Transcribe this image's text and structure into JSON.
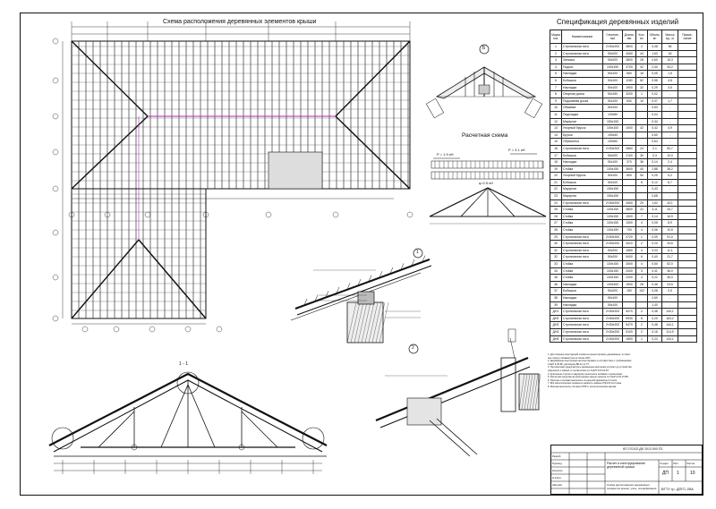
{
  "titles": {
    "plan": "Схема расположения деревянных элементов крыши",
    "spec": "Спецификация деревянных изделий",
    "calc": "Расчетная схема",
    "section": "1 - 1"
  },
  "callouts": {
    "a": "Б",
    "b": "1",
    "c": "2"
  },
  "loads": {
    "p1": "P = 1.9 кН",
    "p2": "P = 3.1 кН",
    "q": "q=2.5 кН"
  },
  "spec_headers": [
    "Марка поз.",
    "Наименование",
    "Сечение, мм",
    "Длина, мм",
    "Кол-во",
    "Объем, м³",
    "Масса ед., кг",
    "Приме-чание"
  ],
  "spec_rows": [
    [
      "1",
      "Стропильная нога",
      "2×50х200",
      "3800",
      "2",
      "0,08",
      "56"
    ],
    [
      "2",
      "Стропильная нога",
      "50х200",
      "4060",
      "44",
      "1,63",
      "18"
    ],
    [
      "3",
      "Затяжка",
      "50х200",
      "3800",
      "28",
      "0,60",
      "15,3"
    ],
    [
      "4",
      "Подкос",
      "100х150",
      "3700",
      "42",
      "2,40",
      "34,2"
    ],
    [
      "5",
      "Накладка",
      "50х100",
      "660",
      "16",
      "0,05",
      "1,5"
    ],
    [
      "6",
      "Бобышка",
      "50х100",
      "1180",
      "82",
      "0,58",
      "4,8"
    ],
    [
      "7",
      "Накладка",
      "50х100",
      "1900",
      "32",
      "0,29",
      "3,5"
    ],
    [
      "8",
      "Опорная доска",
      "50х150",
      "3200",
      "1",
      "0,02",
      "-"
    ],
    [
      "9",
      "Подшивная доска",
      "50х100",
      "830",
      "10",
      "0,07",
      "1,7"
    ],
    [
      "10",
      "Обшивка",
      "50х100",
      "",
      "",
      "0,53",
      "-"
    ],
    [
      "11",
      "Подкладка",
      "100х50",
      "",
      "",
      "0,04",
      "-"
    ],
    [
      "12",
      "Мауэрлат",
      "150х150",
      "",
      "",
      "0,34",
      "-"
    ],
    [
      "13",
      "Упорный брусок",
      "100х100",
      "1000",
      "42",
      "0,42",
      "4,9"
    ],
    [
      "14",
      "Брусок",
      "150х40",
      "",
      "",
      "0,60",
      "-"
    ],
    [
      "15",
      "Обрешетка",
      "150х50",
      "",
      "",
      "0,63",
      "-"
    ],
    [
      "16",
      "Стропильная нога",
      "2×50х200",
      "4860",
      "24",
      "2,1",
      "50,7"
    ],
    [
      "17",
      "Бобышка",
      "50х200",
      "2100",
      "30",
      "0,3",
      "10,0"
    ],
    [
      "18",
      "Накладка",
      "50х100",
      "370",
      "36",
      "0,14",
      "2,4"
    ],
    [
      "19",
      "Стойка",
      "100х150",
      "3600",
      "40",
      "2,88",
      "38,2"
    ],
    [
      "20",
      "Упорный брусок",
      "50х100",
      "600",
      "50",
      "0,25",
      "5,2"
    ],
    [
      "21",
      "Бобышка",
      "50х100",
      "",
      "8",
      "0,12",
      "6,7"
    ],
    [
      "22",
      "Мауэрлат",
      "150х150",
      "",
      "",
      "0,43",
      "-"
    ],
    [
      "23",
      "Мауэрлат",
      "150х150",
      "",
      "",
      "0,68",
      "-"
    ],
    [
      "24",
      "Стропильная нога",
      "2×50х200",
      "4060",
      "20",
      "1,62",
      "34,1"
    ],
    [
      "25",
      "Стойка",
      "100х150",
      "3800",
      "22",
      "3,11",
      "25,7"
    ],
    [
      "26",
      "Стойка",
      "100х150",
      "1500",
      "7",
      "0,14",
      "16,9"
    ],
    [
      "27",
      "Стойка",
      "100х150",
      "1300",
      "4",
      "0,05",
      "8,9"
    ],
    [
      "28",
      "Стойка",
      "100х150",
      "700",
      "4",
      "0,06",
      "10,5"
    ],
    [
      "29",
      "Стропильная нога",
      "2×50х200",
      "4720",
      "1",
      "0,09",
      "91,0"
    ],
    [
      "30",
      "Стропильная нога",
      "2×50х200",
      "4410",
      "2",
      "0,20",
      "34,6"
    ],
    [
      "31",
      "Стропильная нога",
      "50х200",
      "1860",
      "4",
      "0,03",
      "11,1"
    ],
    [
      "32",
      "Стропильная нога",
      "50х200",
      "5400",
      "6",
      "0,40",
      "21,7"
    ],
    [
      "33",
      "Стойка",
      "100х150",
      "2600",
      "4",
      "0,50",
      "52,0"
    ],
    [
      "34",
      "Стойка",
      "100х150",
      "2400",
      "3",
      "0,41",
      "46,0"
    ],
    [
      "35",
      "Стойка",
      "100х150",
      "2200",
      "3",
      "0,22",
      "46,0"
    ],
    [
      "36",
      "Накладка",
      "100х400",
      "1900",
      "28",
      "0,36",
      "23,5"
    ],
    [
      "37",
      "Бобышка",
      "50х200",
      "150",
      "102",
      "0,08",
      "0,5"
    ],
    [
      "38",
      "Накладка",
      "50х100",
      "",
      "",
      "2,60",
      "-"
    ],
    [
      "39",
      "Накладка",
      "50х100",
      "",
      "",
      "1,40",
      "-"
    ],
    [
      "ДН1",
      "Стропильная нога",
      "2×50х200",
      "5470",
      "2",
      "0,48",
      "144,1"
    ],
    [
      "ДН2",
      "Стропильная нога",
      "2×50х200",
      "5930",
      "8",
      "0,20",
      "163,2"
    ],
    [
      "ДН3",
      "Стропильная нога",
      "2×50х200",
      "5470",
      "2",
      "0,48",
      "144,1"
    ],
    [
      "ДН4",
      "Стропильная нога",
      "2×50х200",
      "5100",
      "2",
      "0,16",
      "114,9"
    ],
    [
      "ДН5",
      "Стропильная нога",
      "2×50х200",
      "1590",
      "1",
      "0,23",
      "144,1"
    ]
  ],
  "notes": [
    "1. Для опорных конструкций элементы крыши принять деревянные, из хвои-",
    "   ных пород с влажностью не более 20%.",
    "2. Деревянные конструкции антисептировать в соответствии с требованиями",
    "   СНиП II-25-80, раствором ББ-11 по ТУ.",
    "3. При монтаже предусмотреть временные крепления стропил до устройства",
    "   обрешетки и связей, в соответствии со СНиП 3.03.01-87.",
    "4. Крепление стропил к мауэрлату выполнять скобами и проволокой.",
    "5. Расчетная нагрузка на конструкцию крыши принята по СНиП 2.01.07-85.",
    "6. Прогоны и затяжки выполнять из цельной древесины 2 сорта.",
    "7. Все металлические элементы окрасить эмалью ПФ-115 за 2 раза.",
    "8. Монтаж выполнять согласно ППР и технологическим картам."
  ],
  "stamp": {
    "doc": "КП 270102 ДФ 2013 000 ПЗ",
    "project": "Расчет и конструирование деревянной крыши",
    "sheet_title": "Схема расположения деревянных элементов крыши, узлы, спецификация",
    "stage_label": "Стадия",
    "stage": "ДП",
    "sheet_label": "Лист",
    "sheet": "1",
    "sheets_label": "Листов",
    "sheets": "10",
    "org": "ВГТУ гр. ДПГС-05А",
    "roles": [
      "Разраб.",
      "Руковод.",
      "Консульт.",
      "Н.контр.",
      "Зав.каф."
    ]
  }
}
